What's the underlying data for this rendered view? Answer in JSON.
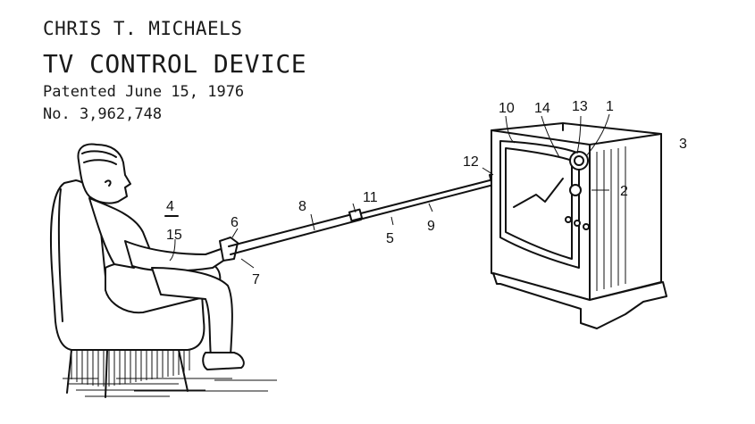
{
  "header": {
    "inventor": "CHRIS T. MICHAELS",
    "title": "TV CONTROL DEVICE",
    "patented": "Patented June 15, 1976",
    "patent_number": "No. 3,962,748"
  },
  "reference_numerals": {
    "n1": "1",
    "n2": "2",
    "n3": "3",
    "n4": "4",
    "n5": "5",
    "n6": "6",
    "n7": "7",
    "n8": "8",
    "n9": "9",
    "n10": "10",
    "n11": "11",
    "n12": "12",
    "n13": "13",
    "n14": "14",
    "n15": "15"
  },
  "colors": {
    "ink": "#111111",
    "paper": "#ffffff"
  }
}
